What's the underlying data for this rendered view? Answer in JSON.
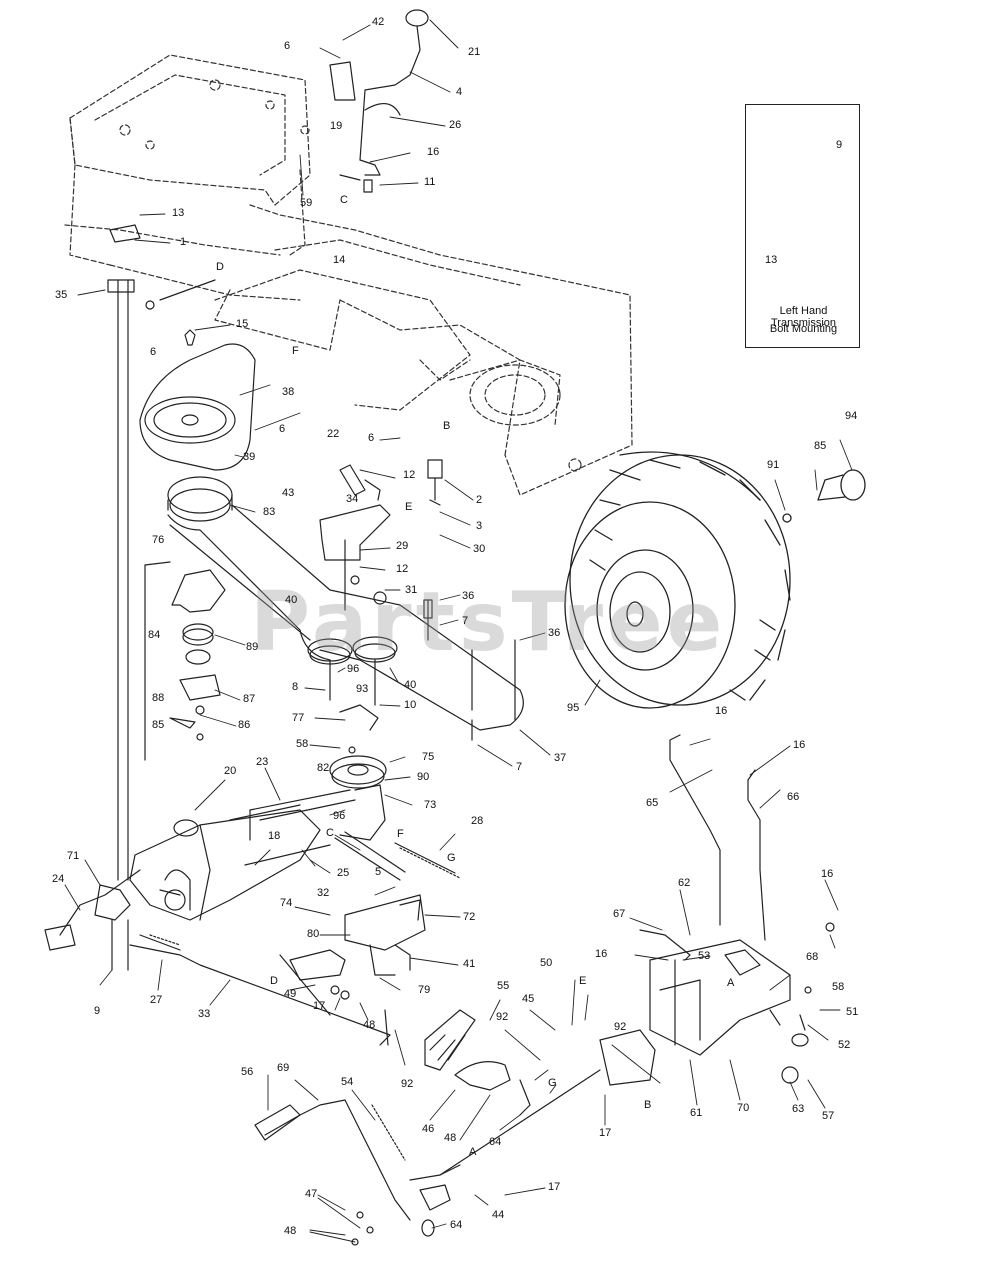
{
  "diagram": {
    "inset": {
      "caption_line1": "Left Hand Transmission",
      "caption_line2": "Bolt Mounting",
      "callouts": [
        "9",
        "13"
      ]
    },
    "watermark": "PartsTree",
    "callouts": [
      {
        "id": "c21",
        "text": "21"
      },
      {
        "id": "c42",
        "text": "42"
      },
      {
        "id": "c6a",
        "text": "6"
      },
      {
        "id": "c4",
        "text": "4"
      },
      {
        "id": "c26",
        "text": "26"
      },
      {
        "id": "c19",
        "text": "19"
      },
      {
        "id": "c16a",
        "text": "16"
      },
      {
        "id": "c11",
        "text": "11"
      },
      {
        "id": "cCa",
        "text": "C"
      },
      {
        "id": "c59",
        "text": "59"
      },
      {
        "id": "c13",
        "text": "13"
      },
      {
        "id": "c1",
        "text": "1"
      },
      {
        "id": "cDa",
        "text": "D"
      },
      {
        "id": "c35",
        "text": "35"
      },
      {
        "id": "c6b",
        "text": "6"
      },
      {
        "id": "c15",
        "text": "15"
      },
      {
        "id": "c14",
        "text": "14"
      },
      {
        "id": "cFa",
        "text": "F"
      },
      {
        "id": "c38",
        "text": "38"
      },
      {
        "id": "c6c",
        "text": "6"
      },
      {
        "id": "c39",
        "text": "39"
      },
      {
        "id": "c22",
        "text": "22"
      },
      {
        "id": "cBa",
        "text": "B"
      },
      {
        "id": "c6d",
        "text": "6"
      },
      {
        "id": "c12a",
        "text": "12"
      },
      {
        "id": "c2",
        "text": "2"
      },
      {
        "id": "c43",
        "text": "43"
      },
      {
        "id": "c34",
        "text": "34"
      },
      {
        "id": "cEa",
        "text": "E"
      },
      {
        "id": "c83",
        "text": "83"
      },
      {
        "id": "c3",
        "text": "3"
      },
      {
        "id": "c30",
        "text": "30"
      },
      {
        "id": "c29",
        "text": "29"
      },
      {
        "id": "c76",
        "text": "76"
      },
      {
        "id": "c12b",
        "text": "12"
      },
      {
        "id": "c31",
        "text": "31"
      },
      {
        "id": "c84",
        "text": "84"
      },
      {
        "id": "c40a",
        "text": "40"
      },
      {
        "id": "c36a",
        "text": "36"
      },
      {
        "id": "c7a",
        "text": "7"
      },
      {
        "id": "c89",
        "text": "89"
      },
      {
        "id": "c36b",
        "text": "36"
      },
      {
        "id": "c96a",
        "text": "96"
      },
      {
        "id": "c40b",
        "text": "40"
      },
      {
        "id": "c8",
        "text": "8"
      },
      {
        "id": "c93",
        "text": "93"
      },
      {
        "id": "c87",
        "text": "87"
      },
      {
        "id": "c88",
        "text": "88"
      },
      {
        "id": "c86",
        "text": "86"
      },
      {
        "id": "c10",
        "text": "10"
      },
      {
        "id": "c85a",
        "text": "85"
      },
      {
        "id": "c77",
        "text": "77"
      },
      {
        "id": "c58a",
        "text": "58"
      },
      {
        "id": "c75",
        "text": "75"
      },
      {
        "id": "c82",
        "text": "82"
      },
      {
        "id": "c90",
        "text": "90"
      },
      {
        "id": "c7b",
        "text": "7"
      },
      {
        "id": "c37",
        "text": "37"
      },
      {
        "id": "c95",
        "text": "95"
      },
      {
        "id": "c94",
        "text": "94"
      },
      {
        "id": "c91",
        "text": "91"
      },
      {
        "id": "c85b",
        "text": "85"
      },
      {
        "id": "c20",
        "text": "20"
      },
      {
        "id": "c23",
        "text": "23"
      },
      {
        "id": "c73",
        "text": "73"
      },
      {
        "id": "c96b",
        "text": "96"
      },
      {
        "id": "c18",
        "text": "18"
      },
      {
        "id": "cCb",
        "text": "C"
      },
      {
        "id": "cFb",
        "text": "F"
      },
      {
        "id": "c28",
        "text": "28"
      },
      {
        "id": "cGa",
        "text": "G"
      },
      {
        "id": "c25",
        "text": "25"
      },
      {
        "id": "c32",
        "text": "32"
      },
      {
        "id": "c71",
        "text": "71"
      },
      {
        "id": "c24",
        "text": "24"
      },
      {
        "id": "c5",
        "text": "5"
      },
      {
        "id": "c74",
        "text": "74"
      },
      {
        "id": "c72",
        "text": "72"
      },
      {
        "id": "c80",
        "text": "80"
      },
      {
        "id": "c41",
        "text": "41"
      },
      {
        "id": "c16b",
        "text": "16"
      },
      {
        "id": "c16c",
        "text": "16"
      },
      {
        "id": "c65",
        "text": "65"
      },
      {
        "id": "c66",
        "text": "66"
      },
      {
        "id": "c16d",
        "text": "16"
      },
      {
        "id": "c62",
        "text": "62"
      },
      {
        "id": "c67",
        "text": "67"
      },
      {
        "id": "c16e",
        "text": "16"
      },
      {
        "id": "c53",
        "text": "53"
      },
      {
        "id": "c68",
        "text": "68"
      },
      {
        "id": "cAa",
        "text": "A"
      },
      {
        "id": "c58b",
        "text": "58"
      },
      {
        "id": "c51",
        "text": "51"
      },
      {
        "id": "c52",
        "text": "52"
      },
      {
        "id": "c9",
        "text": "9"
      },
      {
        "id": "c27",
        "text": "27"
      },
      {
        "id": "c33",
        "text": "33"
      },
      {
        "id": "cDb",
        "text": "D"
      },
      {
        "id": "c49",
        "text": "49"
      },
      {
        "id": "c17a",
        "text": "17"
      },
      {
        "id": "c48a",
        "text": "48"
      },
      {
        "id": "c79",
        "text": "79"
      },
      {
        "id": "c92a",
        "text": "92"
      },
      {
        "id": "c55",
        "text": "55"
      },
      {
        "id": "c50",
        "text": "50"
      },
      {
        "id": "cEb",
        "text": "E"
      },
      {
        "id": "c45",
        "text": "45"
      },
      {
        "id": "c92b",
        "text": "92"
      },
      {
        "id": "c92c",
        "text": "92"
      },
      {
        "id": "cGb",
        "text": "G"
      },
      {
        "id": "cBb",
        "text": "B"
      },
      {
        "id": "c61",
        "text": "61"
      },
      {
        "id": "c70",
        "text": "70"
      },
      {
        "id": "c63",
        "text": "63"
      },
      {
        "id": "c57",
        "text": "57"
      },
      {
        "id": "c17b",
        "text": "17"
      },
      {
        "id": "c56",
        "text": "56"
      },
      {
        "id": "c69",
        "text": "69"
      },
      {
        "id": "c54",
        "text": "54"
      },
      {
        "id": "c46",
        "text": "46"
      },
      {
        "id": "c48b",
        "text": "48"
      },
      {
        "id": "c64a",
        "text": "64"
      },
      {
        "id": "cAb",
        "text": "A"
      },
      {
        "id": "c17c",
        "text": "17"
      },
      {
        "id": "c44",
        "text": "44"
      },
      {
        "id": "c47",
        "text": "47"
      },
      {
        "id": "c64b",
        "text": "64"
      },
      {
        "id": "c48c",
        "text": "48"
      }
    ]
  }
}
